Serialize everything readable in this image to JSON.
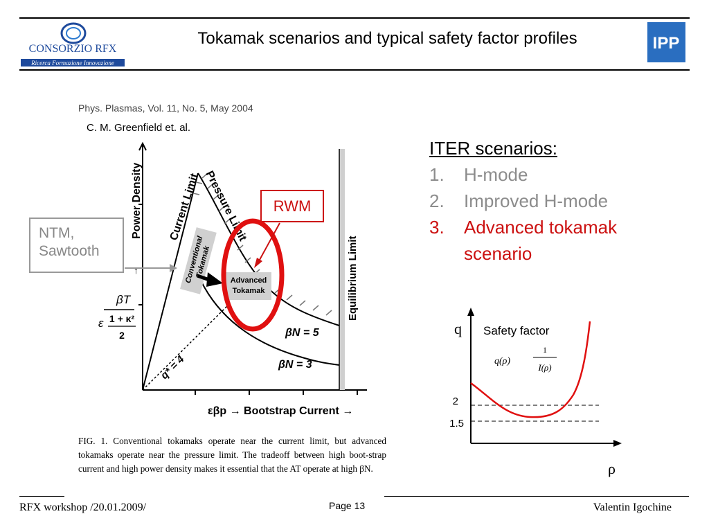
{
  "header": {
    "title": "Tokamak scenarios and typical safety factor profiles",
    "logo_left_name": "CONSORZIO RFX",
    "logo_left_tagline": "Ricerca Formazione Innovazione",
    "logo_right_text": "IPP"
  },
  "figure": {
    "reference": "Phys. Plasmas, Vol. 11, No. 5, May 2004",
    "authors": "C. M. Greenfield et. al.",
    "labels": {
      "power_density": "Power Density",
      "current_limit": "Current Limit",
      "pressure_limit": "Pressure Limit",
      "equilibrium_limit": "Equilibrium Limit",
      "conventional_tokamak_1": "Conventional",
      "conventional_tokamak_2": "Tokamak",
      "advanced_tokamak_1": "Advanced",
      "advanced_tokamak_2": "Tokamak",
      "beta_n5": "βN = 5",
      "beta_n3": "βN = 3",
      "q_star": "q* = 4",
      "beta_t": "βT",
      "denominator_1": "1 + κ²",
      "denominator_2": "2",
      "epsilon": "ε",
      "bootstrap": "εβp → Bootstrap Current →"
    },
    "caption": "FIG. 1. Conventional tokamaks operate near the current limit, but advanced tokamaks operate near the pressure limit. The tradeoff between high boot-strap current and high power density makes it essential that the AT operate at high βN."
  },
  "annotations": {
    "ntm_line1": "NTM,",
    "ntm_line2": "Sawtooth",
    "rwm": "RWM"
  },
  "iter": {
    "heading": "ITER scenarios:",
    "items": [
      {
        "num": "1.",
        "text": "H-mode",
        "color": "#8c8c8c"
      },
      {
        "num": "2.",
        "text": "Improved H-mode",
        "color": "#8c8c8c"
      },
      {
        "num": "3.",
        "text": "Advanced tokamak scenario",
        "color": "#cc1111"
      }
    ]
  },
  "safety_plot": {
    "y_label": "q",
    "x_label": "ρ",
    "legend": "Safety factor",
    "formula_lhs": "q(ρ)",
    "formula_num": "1",
    "formula_den": "I(ρ)",
    "tick_2": "2",
    "tick_15": "1.5"
  },
  "footer": {
    "left": "RFX workshop /20.01.2009/",
    "page": "Page 13",
    "right": "Valentin Igochine"
  }
}
